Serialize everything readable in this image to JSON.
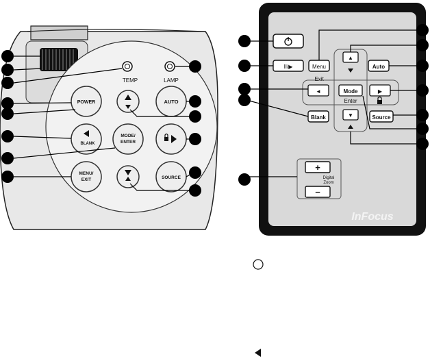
{
  "projector": {
    "labels": {
      "temp": "TEMP",
      "lamp": "LAMP",
      "power": "POWER",
      "auto": "AUTO",
      "blank": "BLANK",
      "mode_line1": "MODE/",
      "mode_line2": "ENTER",
      "menu_line1": "MENU/",
      "menu_line2": "EXIT",
      "source": "SOURCE"
    }
  },
  "remote": {
    "labels": {
      "menu": "Menu",
      "exit": "Exit",
      "auto": "Auto",
      "mode": "Mode",
      "enter": "Enter",
      "blank": "Blank",
      "source": "Source",
      "digital": "Digital",
      "zoom": "Zoom",
      "brand": "InFocus"
    },
    "glyphs": {
      "freeze": "II/▶",
      "up": "▲",
      "down": "▼",
      "left": "◄",
      "right": "▶",
      "plus": "+",
      "minus": "−"
    }
  },
  "colors": {
    "body": "#e6e6e6",
    "dark": "#1a1a1a",
    "remote_face": "#d9d9d9",
    "callout": "#000000"
  }
}
